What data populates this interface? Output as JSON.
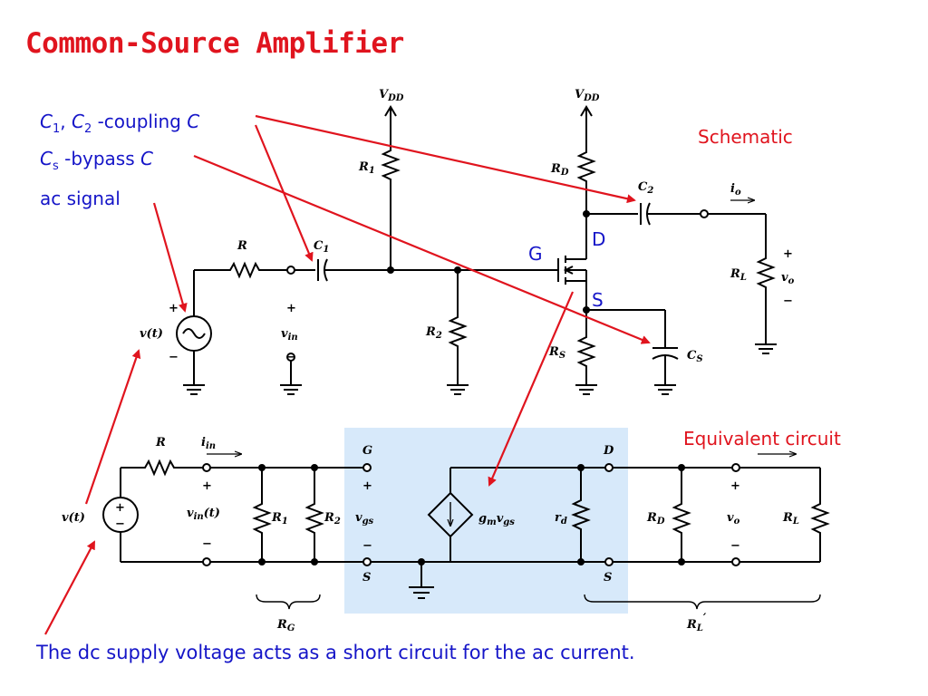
{
  "title": "Common-Source Amplifier",
  "annotations": {
    "coupling_c1": "C",
    "coupling_c1_sub": "1",
    "coupling_sep": ", ",
    "coupling_c2": "C",
    "coupling_c2_sub": "2",
    "coupling_text": " -coupling  ",
    "coupling_c": "C",
    "bypass_cs": "C",
    "bypass_cs_sub": "s",
    "bypass_text": " -bypass ",
    "bypass_c": "C",
    "ac_signal": "ac signal",
    "schematic": "Schematic",
    "equivalent": "Equivalent circuit",
    "gate": "G",
    "drain": "D",
    "source": "S"
  },
  "schematic_labels": {
    "vdd_left": "V",
    "vdd_left_sub": "DD",
    "vdd_right": "V",
    "vdd_right_sub": "DD",
    "r1": "R",
    "r1_sub": "1",
    "r2": "R",
    "r2_sub": "2",
    "rd": "R",
    "rd_sub": "D",
    "rs": "R",
    "rs_sub": "S",
    "r": "R",
    "c1": "C",
    "c1_sub": "1",
    "c2": "C",
    "c2_sub": "2",
    "cs": "C",
    "cs_sub": "S",
    "rl": "R",
    "rl_sub": "L",
    "vt": "v(t)",
    "vin": "v",
    "vin_sub": "in",
    "io": "i",
    "io_sub": "o",
    "vo": "v",
    "vo_sub": "o",
    "plus": "+",
    "minus": "−"
  },
  "equivalent_labels": {
    "r": "R",
    "iin": "i",
    "iin_sub": "in",
    "vt": "v(t)",
    "vin": "v",
    "vin_sub": "in",
    "vin_arg": "(t)",
    "r1": "R",
    "r1_sub": "1",
    "r2": "R",
    "r2_sub": "2",
    "g": "G",
    "s_left": "S",
    "vgs": "v",
    "vgs_sub": "gs",
    "gm": "g",
    "gm_sub": "m",
    "gm_v": "v",
    "gm_v_sub": "gs",
    "rd_small": "r",
    "rd_small_sub": "d",
    "d": "D",
    "s_right": "S",
    "rd": "R",
    "rd_sub": "D",
    "vo": "v",
    "vo_sub": "o",
    "rl": "R",
    "rl_sub": "L",
    "rg": "R",
    "rg_sub": "G",
    "rlp": "R",
    "rlp_sub": "L",
    "rlp_prime": "′",
    "plus": "+",
    "minus": "−"
  },
  "footer": "The dc supply voltage acts as a short circuit for the ac current.",
  "colors": {
    "title": "#e0141e",
    "annotation": "#1515c8",
    "arrow": "#e0141e",
    "box": "#d7e9fa"
  }
}
